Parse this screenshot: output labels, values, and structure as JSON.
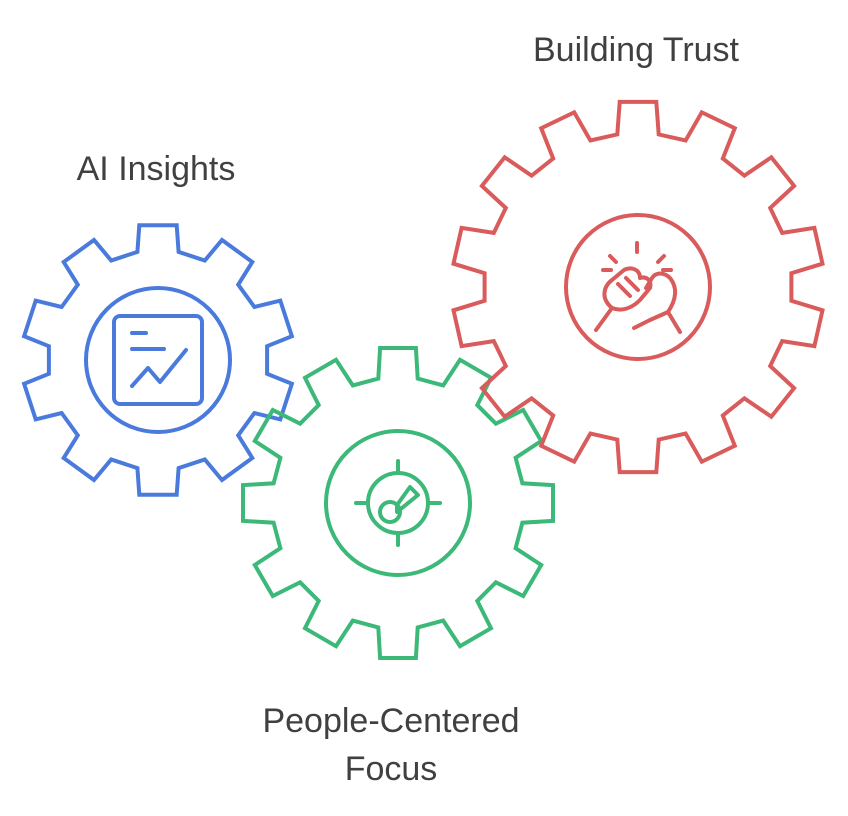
{
  "gears": [
    {
      "id": "ai-insights",
      "label": "AI Insights",
      "color": "#4a7bdc",
      "icon": "chart-icon"
    },
    {
      "id": "people-centered-focus",
      "label_lines": [
        "People-Centered",
        "Focus"
      ],
      "color": "#3cb878",
      "icon": "target-icon"
    },
    {
      "id": "building-trust",
      "label": "Building Trust",
      "color": "#d95b5b",
      "icon": "handshake-icon"
    }
  ]
}
